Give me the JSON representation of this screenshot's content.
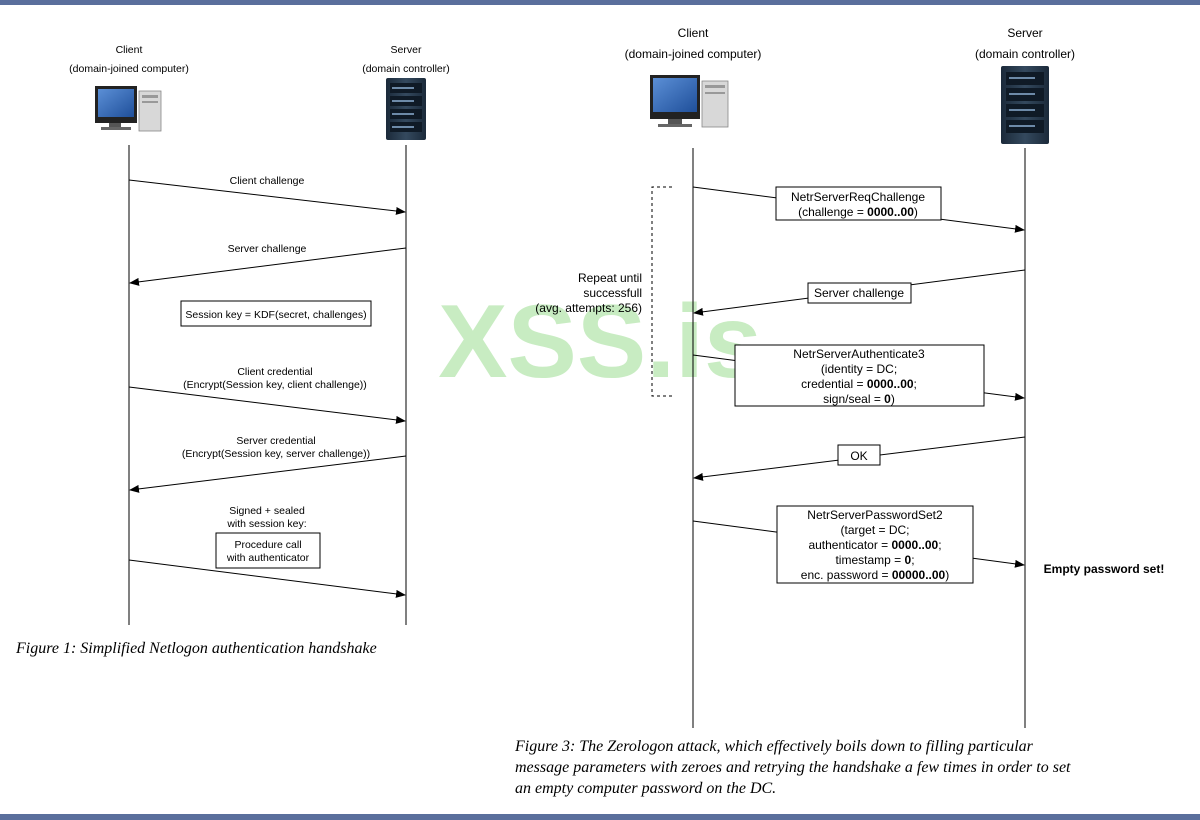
{
  "fig1": {
    "client_title": "Client",
    "client_subtitle": "(domain-joined computer)",
    "server_title": "Server",
    "server_subtitle": "(domain controller)",
    "msg_client_challenge": "Client challenge",
    "msg_server_challenge": "Server challenge",
    "session_key": "Session key = KDF(secret, challenges)",
    "client_credential_1": "Client credential",
    "client_credential_2": "(Encrypt(Session key, client challenge))",
    "server_credential_1": "Server credential",
    "server_credential_2": "(Encrypt(Session key, server challenge))",
    "signed_1": "Signed + sealed",
    "signed_2": "with session key:",
    "procedure_1": "Procedure call",
    "procedure_2": "with authenticator",
    "caption": "Figure 1: Simplified Netlogon authentication handshake"
  },
  "fig3": {
    "client_title": "Client",
    "client_subtitle": "(domain-joined computer)",
    "server_title": "Server",
    "server_subtitle": "(domain controller)",
    "repeat_1": "Repeat until",
    "repeat_2": "successfull",
    "repeat_3": "(avg. attempts: 256)",
    "req_challenge_1": "NetrServerReqChallenge",
    "req_challenge_2a": "(challenge = ",
    "req_challenge_2b": "0000..00",
    "req_challenge_2c": ")",
    "server_challenge": "Server challenge",
    "auth3_1": "NetrServerAuthenticate3",
    "auth3_2": "(identity = DC;",
    "auth3_3a": "credential = ",
    "auth3_3b": "0000..00",
    "auth3_3c": ";",
    "auth3_4a": "sign/seal = ",
    "auth3_4b": "0",
    "auth3_4c": ")",
    "ok": "OK",
    "pwset_1": "NetrServerPasswordSet2",
    "pwset_2": "(target = DC;",
    "pwset_3a": "authenticator = ",
    "pwset_3b": "0000..00",
    "pwset_3c": ";",
    "pwset_4a": "timestamp = ",
    "pwset_4b": "0",
    "pwset_4c": ";",
    "pwset_5a": "enc. password = ",
    "pwset_5b": "00000..00",
    "pwset_5c": ")",
    "empty_password": "Empty password set!",
    "caption_1": "Figure 3: The Zerologon attack, which effectively boils down to filling particular",
    "caption_2": "message parameters with zeroes and retrying the handshake a few times in order to set",
    "caption_3": "an empty computer password on the DC."
  },
  "watermark": "XSS.is",
  "icons": [
    "computer-icon",
    "server-rack-icon"
  ]
}
